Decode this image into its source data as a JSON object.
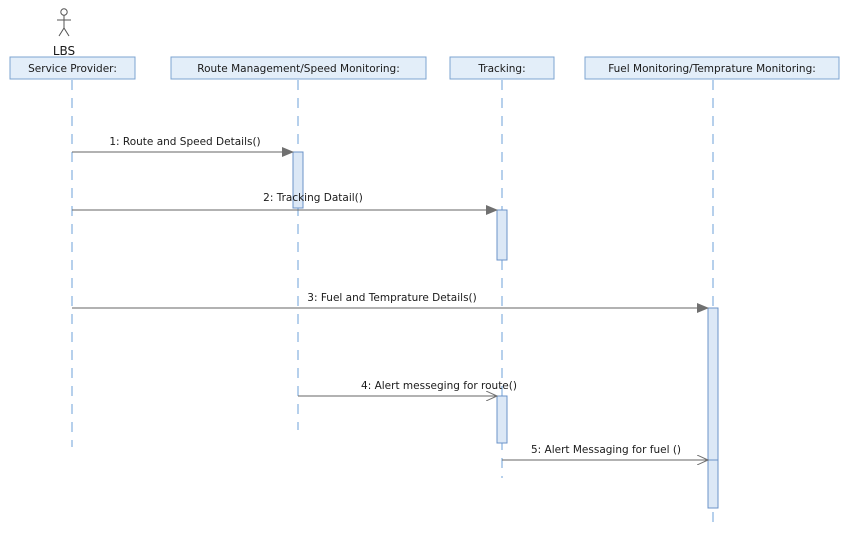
{
  "diagram": {
    "type": "uml-sequence",
    "actor": {
      "name": "LBS",
      "icon": "stick-figure-icon"
    },
    "colors": {
      "header_fill": "#e3eef9",
      "header_border": "#7da4d1",
      "lifeline": "#6ea0d8",
      "activation_fill": "#dce8f6",
      "activation_border": "#6b93c8",
      "message_line": "#666666"
    },
    "lifelines": [
      {
        "id": "service-provider",
        "label": "Service Provider:"
      },
      {
        "id": "route-management",
        "label": "Route Management/Speed Monitoring:"
      },
      {
        "id": "tracking",
        "label": "Tracking:"
      },
      {
        "id": "fuel-monitoring",
        "label": "Fuel Monitoring/Temprature Monitoring:"
      }
    ],
    "messages": [
      {
        "label": "1: Route and Speed Details()",
        "from": "service-provider",
        "to": "route-management",
        "kind": "synchronous"
      },
      {
        "label": "2: Tracking Datail()",
        "from": "service-provider",
        "to": "tracking",
        "kind": "synchronous"
      },
      {
        "label": "3: Fuel and Temprature Details()",
        "from": "service-provider",
        "to": "fuel-monitoring",
        "kind": "synchronous"
      },
      {
        "label": "4: Alert messeging for route()",
        "from": "route-management",
        "to": "tracking",
        "kind": "asynchronous"
      },
      {
        "label": "5: Alert Messaging for fuel ()",
        "from": "tracking",
        "to": "fuel-monitoring",
        "kind": "asynchronous"
      }
    ]
  }
}
